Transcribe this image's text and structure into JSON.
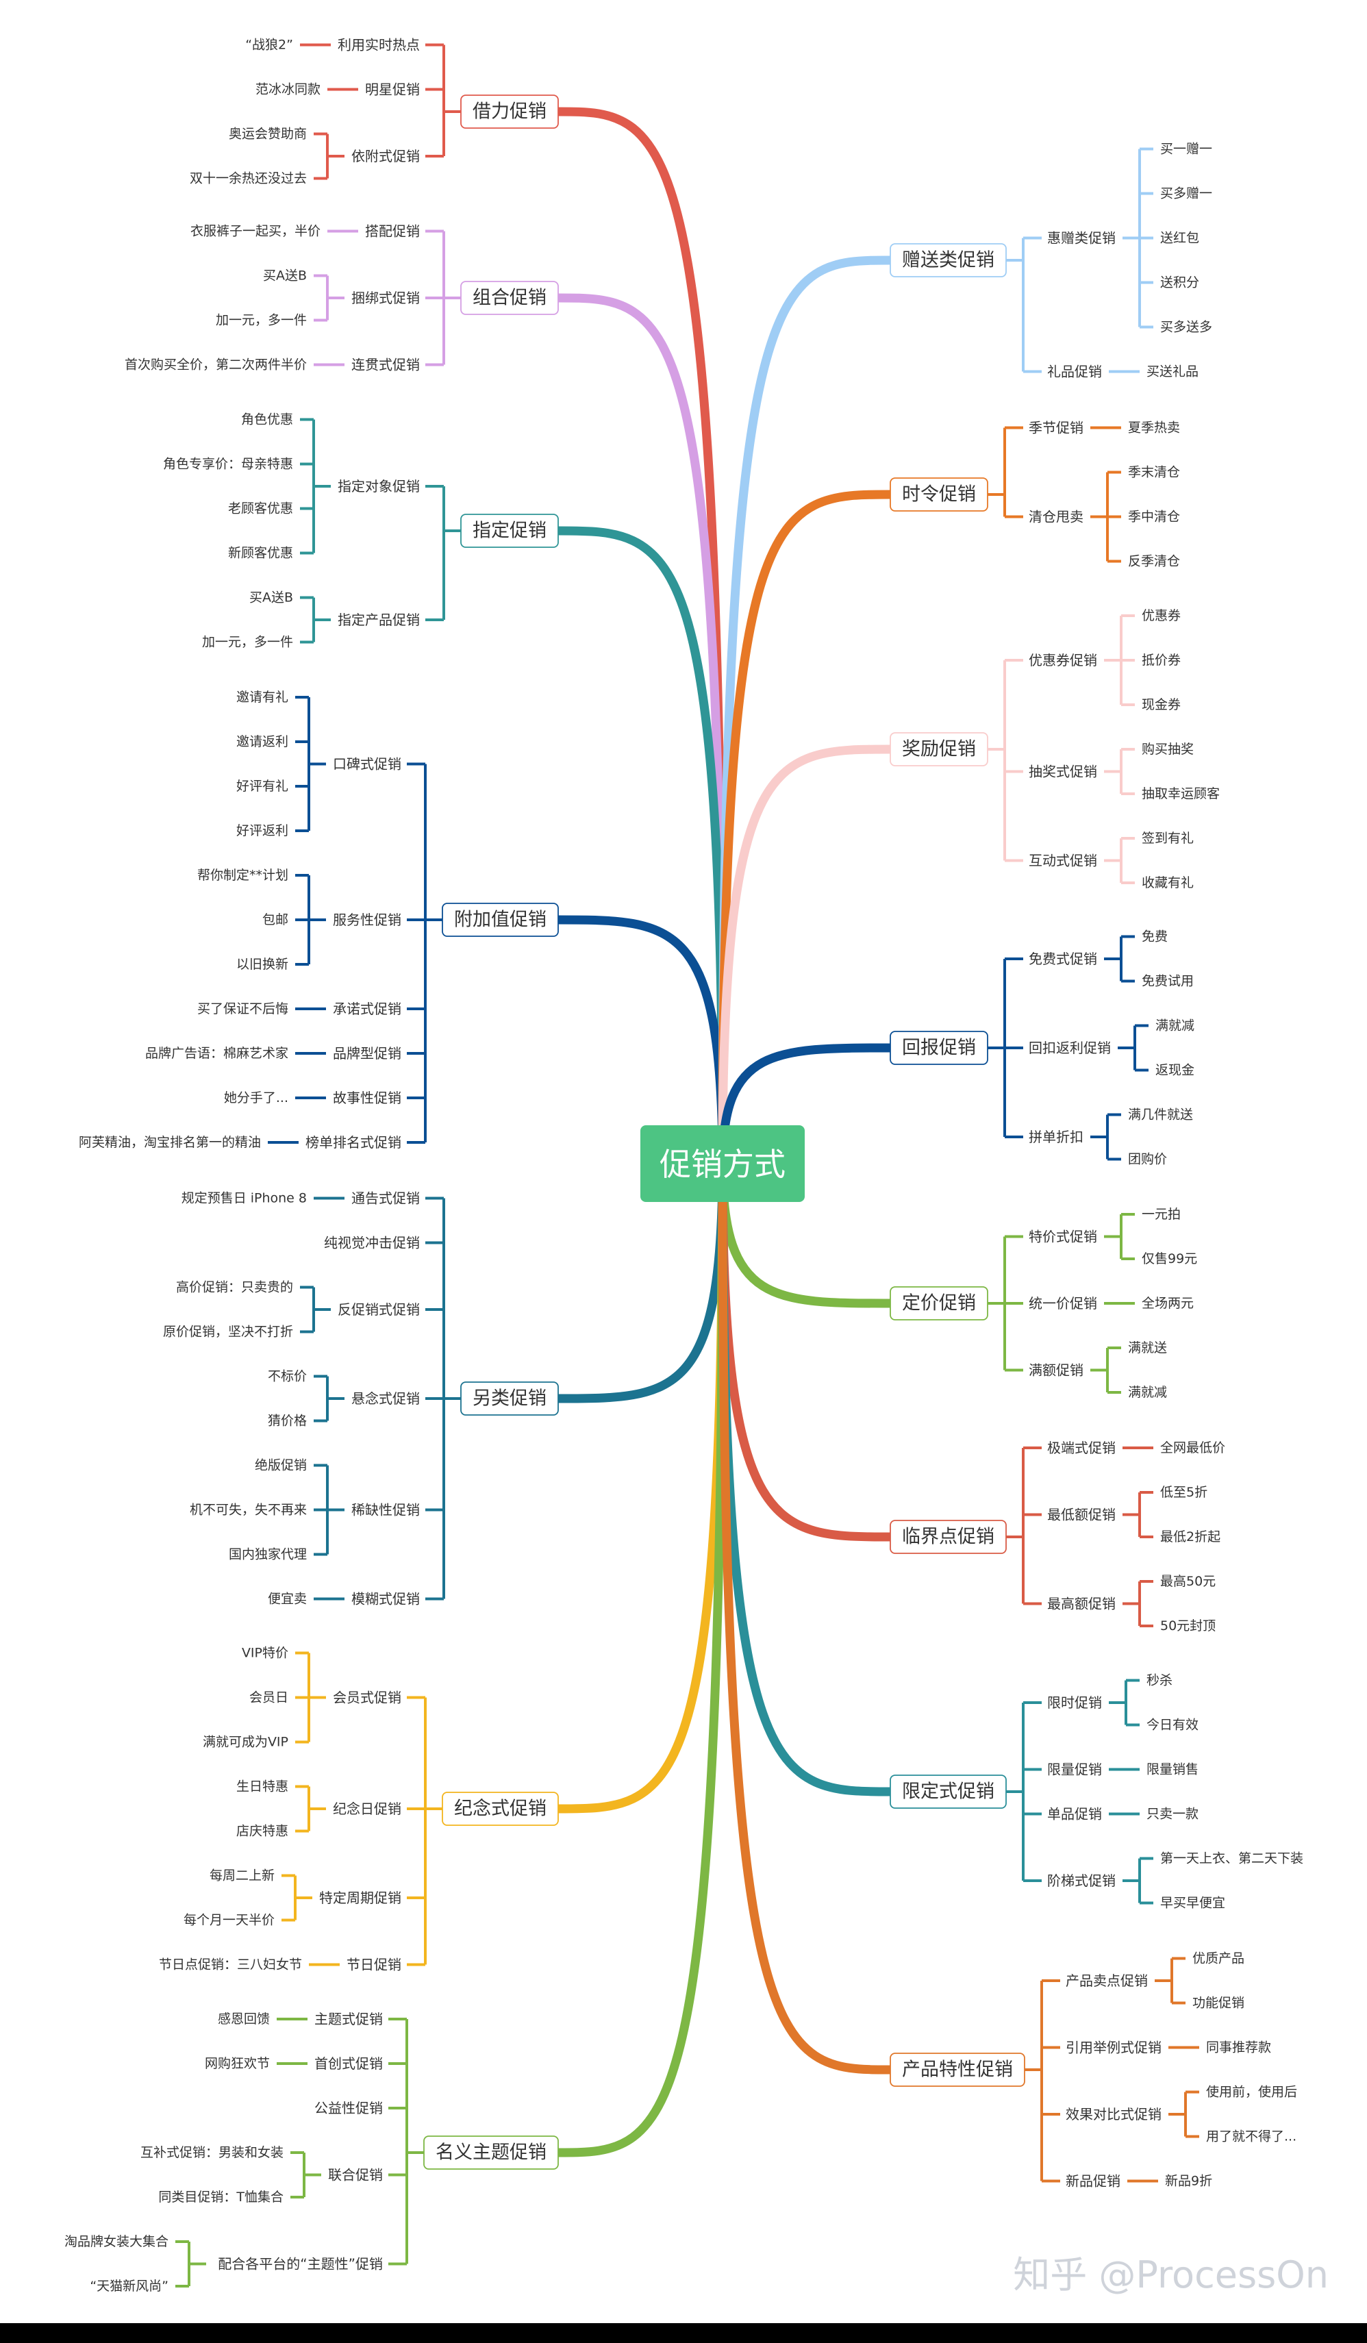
{
  "title": "促销方式",
  "watermark": "知乎 @ProcessOn",
  "center_color": "#4dc483",
  "left": [
    {
      "label": "借力促销",
      "color": "#e05a4c",
      "children": [
        {
          "label": "利用实时热点",
          "children": [
            "“战狼2”"
          ]
        },
        {
          "label": "明星促销",
          "children": [
            "范冰冰同款"
          ]
        },
        {
          "label": "依附式促销",
          "children": [
            "奥运会赞助商",
            "双十一余热还没过去"
          ]
        }
      ]
    },
    {
      "label": "组合促销",
      "color": "#d59fe4",
      "children": [
        {
          "label": "搭配促销",
          "children": [
            "衣服裤子一起买，半价"
          ]
        },
        {
          "label": "捆绑式促销",
          "children": [
            "买A送B",
            "加一元，多一件"
          ]
        },
        {
          "label": "连贯式促销",
          "children": [
            "首次购买全价，第二次两件半价"
          ]
        }
      ]
    },
    {
      "label": "指定促销",
      "color": "#2f9596",
      "children": [
        {
          "label": "指定对象促销",
          "children": [
            "角色优惠",
            "角色专享价：母亲特惠",
            "老顾客优惠",
            "新顾客优惠"
          ]
        },
        {
          "label": "指定产品促销",
          "children": [
            "买A送B",
            "加一元，多一件"
          ]
        }
      ]
    },
    {
      "label": "附加值促销",
      "color": "#0b4f94",
      "children": [
        {
          "label": "口碑式促销",
          "children": [
            "邀请有礼",
            "邀请返利",
            "好评有礼",
            "好评返利"
          ]
        },
        {
          "label": "服务性促销",
          "children": [
            "帮你制定**计划",
            "包邮",
            "以旧换新"
          ]
        },
        {
          "label": "承诺式促销",
          "children": [
            "买了保证不后悔"
          ]
        },
        {
          "label": "品牌型促销",
          "children": [
            "品牌广告语：棉麻艺术家"
          ]
        },
        {
          "label": "故事性促销",
          "children": [
            "她分手了..."
          ]
        },
        {
          "label": "榜单排名式促销",
          "children": [
            "阿芙精油，淘宝排名第一的精油"
          ]
        }
      ]
    },
    {
      "label": "另类促销",
      "color": "#1c7390",
      "children": [
        {
          "label": "通告式促销",
          "children": [
            "规定预售日 iPhone 8"
          ]
        },
        {
          "label": "纯视觉冲击促销",
          "children": []
        },
        {
          "label": "反促销式促销",
          "children": [
            "高价促销：只卖贵的",
            "原价促销，坚决不打折"
          ]
        },
        {
          "label": "悬念式促销",
          "children": [
            "不标价",
            "猜价格"
          ]
        },
        {
          "label": "稀缺性促销",
          "children": [
            "绝版促销",
            "机不可失，失不再来",
            "国内独家代理"
          ]
        },
        {
          "label": "模糊式促销",
          "children": [
            "便宜卖"
          ]
        }
      ]
    },
    {
      "label": "纪念式促销",
      "color": "#f3b51f",
      "children": [
        {
          "label": "会员式促销",
          "children": [
            "VIP特价",
            "会员日",
            "满就可成为VIP"
          ]
        },
        {
          "label": "纪念日促销",
          "children": [
            "生日特惠",
            "店庆特惠"
          ]
        },
        {
          "label": "特定周期促销",
          "children": [
            "每周二上新",
            "每个月一天半价"
          ]
        },
        {
          "label": "节日促销",
          "children": [
            "节日点促销：三八妇女节"
          ]
        }
      ]
    },
    {
      "label": "名义主题促销",
      "color": "#7db744",
      "children": [
        {
          "label": "主题式促销",
          "children": [
            "感恩回馈"
          ]
        },
        {
          "label": "首创式促销",
          "children": [
            "网购狂欢节"
          ]
        },
        {
          "label": "公益性促销",
          "children": []
        },
        {
          "label": "联合促销",
          "children": [
            "互补式促销：男装和女装",
            "同类目促销：T恤集合"
          ]
        },
        {
          "label": "配合各平台的“主题性”促销",
          "children": [
            "淘品牌女装大集合",
            "“天猫新风尚”"
          ]
        }
      ]
    }
  ],
  "right": [
    {
      "label": "赠送类促销",
      "color": "#9fcdf5",
      "children": [
        {
          "label": "惠赠类促销",
          "children": [
            "买一赠一",
            "买多赠一",
            "送红包",
            "送积分",
            "买多送多"
          ]
        },
        {
          "label": "礼品促销",
          "children": [
            "买送礼品"
          ]
        }
      ]
    },
    {
      "label": "时令促销",
      "color": "#e77826",
      "children": [
        {
          "label": "季节促销",
          "children": [
            "夏季热卖"
          ]
        },
        {
          "label": "清仓甩卖",
          "children": [
            "季末清仓",
            "季中清仓",
            "反季清仓"
          ]
        }
      ]
    },
    {
      "label": "奖励促销",
      "color": "#f9cccb",
      "children": [
        {
          "label": "优惠券促销",
          "children": [
            "优惠券",
            "抵价券",
            "现金券"
          ]
        },
        {
          "label": "抽奖式促销",
          "children": [
            "购买抽奖",
            "抽取幸运顾客"
          ]
        },
        {
          "label": "互动式促销",
          "children": [
            "签到有礼",
            "收藏有礼"
          ]
        }
      ]
    },
    {
      "label": "回报促销",
      "color": "#0b4f94",
      "children": [
        {
          "label": "免费式促销",
          "children": [
            "免费",
            "免费试用"
          ]
        },
        {
          "label": "回扣返利促销",
          "children": [
            "满就减",
            "返现金"
          ]
        },
        {
          "label": "拼单折扣",
          "children": [
            "满几件就送",
            "团购价"
          ]
        }
      ]
    },
    {
      "label": "定价促销",
      "color": "#7db744",
      "children": [
        {
          "label": "特价式促销",
          "children": [
            "一元拍",
            "仅售99元"
          ]
        },
        {
          "label": "统一价促销",
          "children": [
            "全场两元"
          ]
        },
        {
          "label": "满额促销",
          "children": [
            "满就送",
            "满就减"
          ]
        }
      ]
    },
    {
      "label": "临界点促销",
      "color": "#d95b46",
      "children": [
        {
          "label": "极端式促销",
          "children": [
            "全网最低价"
          ]
        },
        {
          "label": "最低额促销",
          "children": [
            "低至5折",
            "最低2折起"
          ]
        },
        {
          "label": "最高额促销",
          "children": [
            "最高50元",
            "50元封顶"
          ]
        }
      ]
    },
    {
      "label": "限定式促销",
      "color": "#2a8f99",
      "children": [
        {
          "label": "限时促销",
          "children": [
            "秒杀",
            "今日有效"
          ]
        },
        {
          "label": "限量促销",
          "children": [
            "限量销售"
          ]
        },
        {
          "label": "单品促销",
          "children": [
            "只卖一款"
          ]
        },
        {
          "label": "阶梯式促销",
          "children": [
            "第一天上衣、第二天下装",
            "早买早便宜"
          ]
        }
      ]
    },
    {
      "label": "产品特性促销",
      "color": "#e0772a",
      "children": [
        {
          "label": "产品卖点促销",
          "children": [
            "优质产品",
            "功能促销"
          ]
        },
        {
          "label": "引用举例式促销",
          "children": [
            "同事推荐款"
          ]
        },
        {
          "label": "效果对比式促销",
          "children": [
            "使用前，使用后",
            "用了就不得了..."
          ]
        },
        {
          "label": "新品促销",
          "children": [
            "新品9折"
          ]
        }
      ]
    }
  ]
}
